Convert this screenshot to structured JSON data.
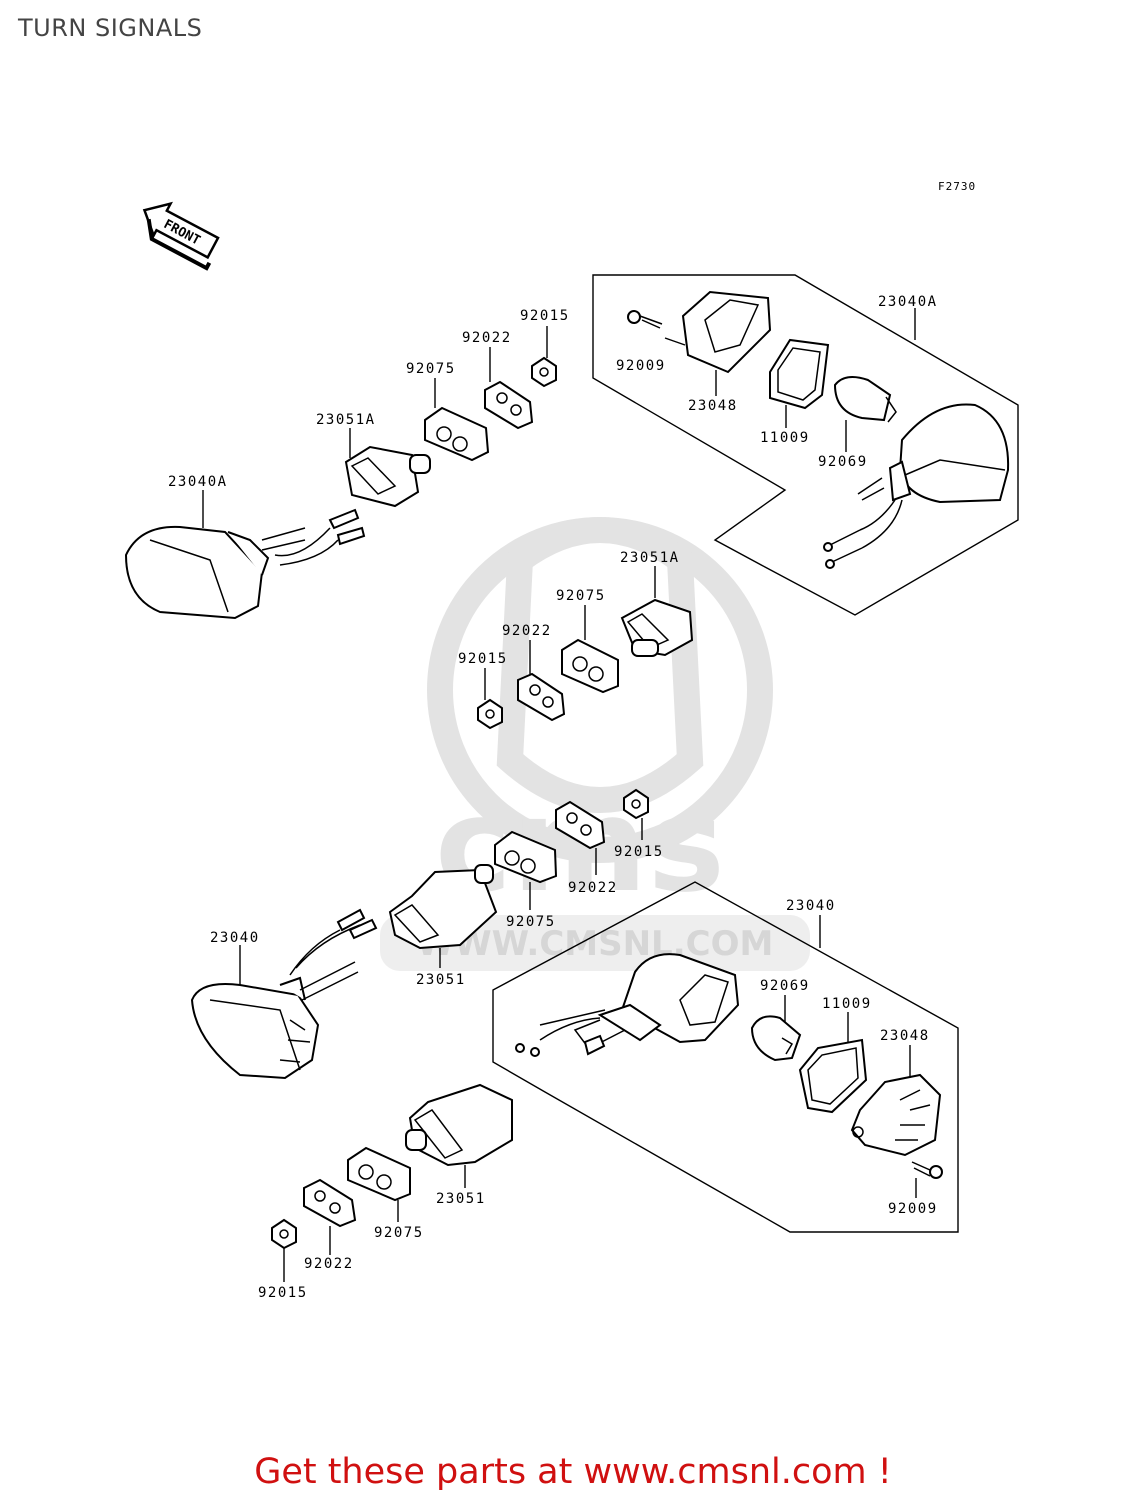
{
  "title": "TURN SIGNALS",
  "figure_code": "F2730",
  "front_label": "FRONT",
  "watermark": "WWW.CMSNL.COM",
  "watermark_logo": "cms",
  "footer_text": "Get these parts at www.cmsnl.com !",
  "labels": {
    "rr_23040A": "23040A",
    "rr_92009": "92009",
    "rr_23048": "23048",
    "rr_11009": "11009",
    "rr_92069": "92069",
    "rr_23051A": "23051A",
    "rr_92075": "92075",
    "rr_92022": "92022",
    "rr_92015": "92015",
    "rl_23040A": "23040A",
    "rl_23051A": "23051A",
    "rl_92075": "92075",
    "rl_92022": "92022",
    "rl_92015": "92015",
    "fl_92015": "92015",
    "fl_92022": "92022",
    "fl_92075": "92075",
    "fl_23040": "23040",
    "fl_23051": "23051",
    "fr_23040": "23040",
    "fr_92069": "92069",
    "fr_11009": "11009",
    "fr_23048": "23048",
    "fr_92009": "92009",
    "fr_23051": "23051",
    "fr_92075": "92075",
    "fr_92022": "92022",
    "fr_92015": "92015"
  },
  "colors": {
    "title": "#444444",
    "footer": "#d01010",
    "watermark": "#e6e6e6"
  }
}
